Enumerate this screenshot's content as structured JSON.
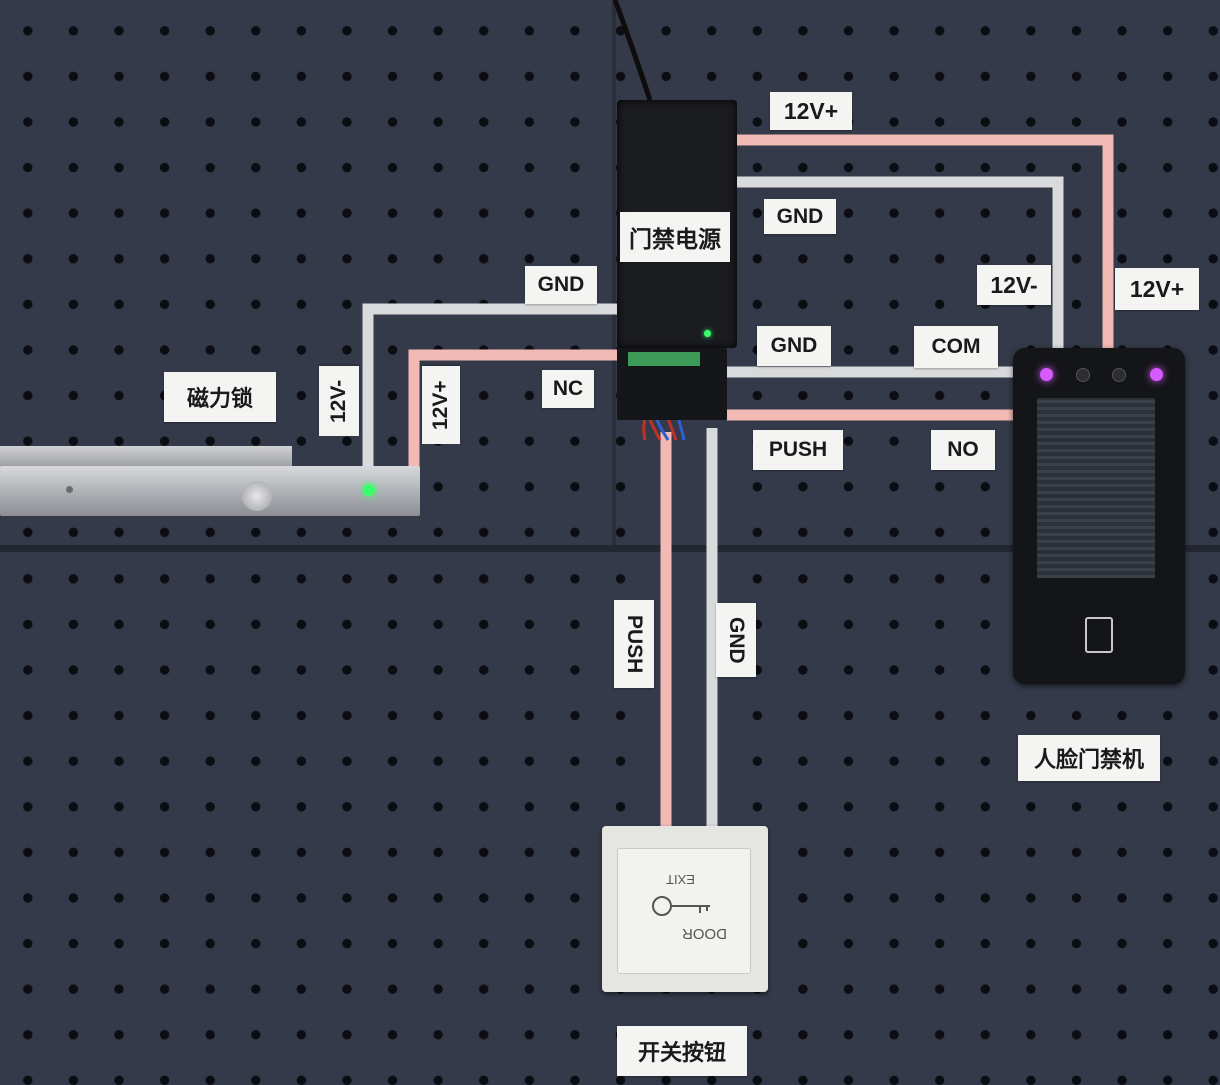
{
  "labels": {
    "power_supply": "门禁电源",
    "magnetic_lock": "磁力锁",
    "face_terminal": "人脸门禁机",
    "exit_button": "开关按钮",
    "psu_top_12v_plus": "12V+",
    "psu_top_gnd": "GND",
    "reader_12v_minus": "12V-",
    "reader_12v_plus": "12V+",
    "lock_gnd": "GND",
    "lock_nc": "NC",
    "lock_12v_minus": "12V-",
    "lock_12v_plus": "12V+",
    "reader_gnd": "GND",
    "reader_com": "COM",
    "reader_push": "PUSH",
    "reader_no": "NO",
    "button_push": "PUSH",
    "button_gnd": "GND"
  },
  "exit_button_face": {
    "exit": "EXIT",
    "door": "DOOR"
  },
  "colors": {
    "board": "#343a49",
    "wire_pink": "#f2b9b5",
    "wire_gray": "#d9dadb",
    "led_green": "#39ff6a",
    "led_purple": "#d65bff"
  }
}
